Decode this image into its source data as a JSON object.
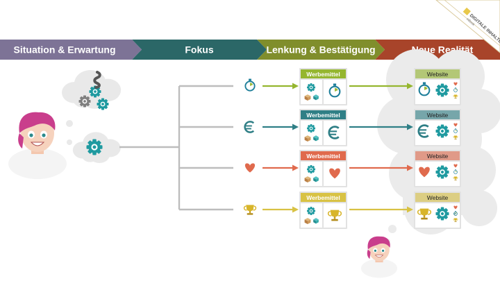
{
  "phases": [
    {
      "label": "Situation & Erwartung",
      "color": "#7d7396"
    },
    {
      "label": "Fokus",
      "color": "#2b6767"
    },
    {
      "label": "Lenkung & Bestätigung",
      "color": "#808e2c"
    },
    {
      "label": "Neue Realität",
      "color": "#a8442a"
    }
  ],
  "logo": {
    "line1": "DIGITALE INHALTE",
    "line2": "eBook"
  },
  "rows": [
    {
      "icon": "stopwatch-icon",
      "color": "#95b62f",
      "ad_label": "Werbemittel",
      "site_label": "Website"
    },
    {
      "icon": "euro-icon",
      "color": "#2f7f86",
      "ad_label": "Werbemittel",
      "site_label": "Website"
    },
    {
      "icon": "heart-icon",
      "color": "#e06a4d",
      "ad_label": "Werbemittel",
      "site_label": "Website"
    },
    {
      "icon": "trophy-icon",
      "color": "#d8c244",
      "ad_label": "Werbemittel",
      "site_label": "Website"
    }
  ],
  "colors": {
    "gear": "#1f9aa0",
    "connector": "#bdbdbd",
    "cloud": "#e9e9e9",
    "hair": "#c93e8c"
  }
}
